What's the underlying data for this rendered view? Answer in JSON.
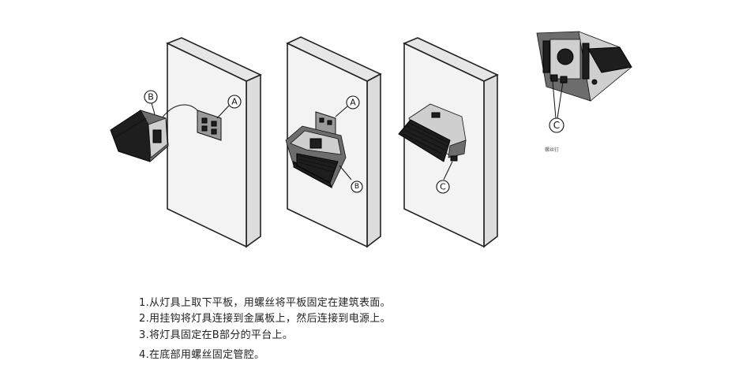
{
  "callouts": {
    "panel1_b": "B",
    "panel1_a": "A",
    "panel2_a": "A",
    "panel2_b": "B",
    "panel3_c": "C",
    "panel4_c": "C"
  },
  "panel4_small_label": "螺丝钉",
  "steps": [
    "1.从灯具上取下平板，用螺丝将平板固定在建筑表面。",
    "2.用挂钩将灯具连接到金属板上，然后连接到电源上。",
    "3.将灯具固定在B部分的平台上。",
    "4.在底部用螺丝固定管腔。"
  ]
}
